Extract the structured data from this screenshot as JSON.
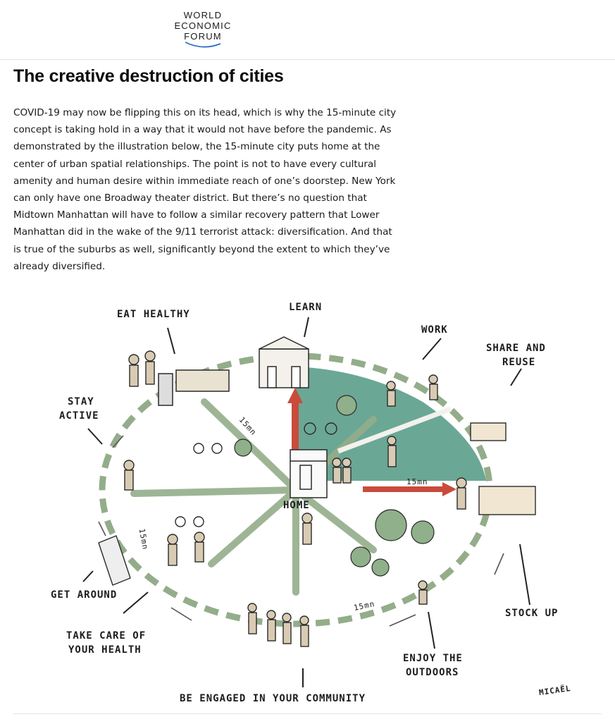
{
  "site": {
    "logo_lines": [
      "WORLD",
      "ECONOMIC",
      "FORUM"
    ]
  },
  "article": {
    "title": "The creative destruction of cities",
    "paragraph": "COVID-19 may now be flipping this on its head, which is why the 15-minute city concept is taking hold in a way that it would not have before the pandemic. As demonstrated by the illustration below, the 15-minute city puts home at the center of urban spatial relationships. The point is not to have every cultural amenity and human desire within immediate reach of one’s doorstep. New York can only have one Broadway theater district. But there’s no question that Midtown Manhattan will have to follow a similar recovery pattern that Lower Manhattan did in the wake of the 9/11 terrorist attack: diversification. And that is true of the suburbs as well, significantly beyond the extent to which they’ve already diversified."
  },
  "illustration": {
    "labels": {
      "eat_healthy": "EAT HEALTHY",
      "learn": "LEARN",
      "work": "WORK",
      "share_reuse_1": "SHARE AND",
      "share_reuse_2": "REUSE",
      "stay_active_1": "STAY",
      "stay_active_2": "ACTIVE",
      "home": "HOME",
      "get_around": "GET AROUND",
      "take_care_1": "TAKE CARE OF",
      "take_care_2": "YOUR HEALTH",
      "stock_up": "STOCK UP",
      "enjoy_1": "ENJOY THE",
      "enjoy_2": "OUTDOORS",
      "community": "BE ENGAGED IN YOUR COMMUNITY",
      "signature": "MICAËL"
    },
    "distance_labels": [
      "15mn",
      "15mn",
      "15mn",
      "15mn"
    ],
    "colors": {
      "green_zone": "#5e9f8c",
      "path_green": "#93ad8a",
      "arrow_red": "#c94b3c",
      "ink": "#2a2a2a"
    }
  }
}
